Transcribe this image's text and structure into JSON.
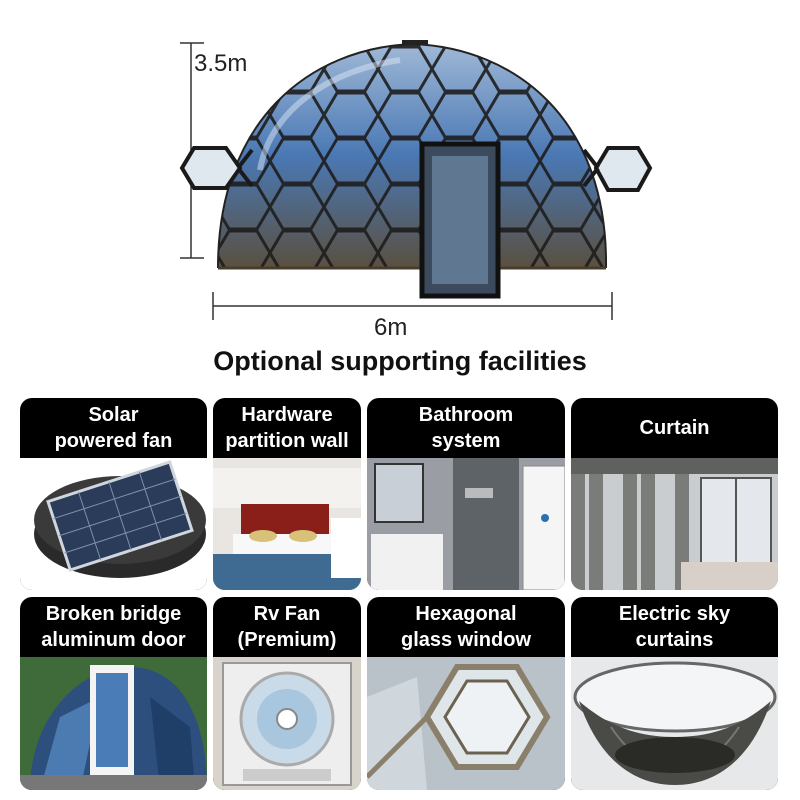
{
  "hero": {
    "height_label": "3.5m",
    "width_label": "6m"
  },
  "section_title": "Optional supporting facilities",
  "facilities": [
    {
      "label": "Solar\npowered fan",
      "icon": "solar-panel-fan-photo"
    },
    {
      "label": "Hardware\npartition wall",
      "icon": "bedroom-partition-photo"
    },
    {
      "label": "Bathroom\nsystem",
      "icon": "bathroom-photo"
    },
    {
      "label": "Curtain",
      "icon": "curtain-photo"
    },
    {
      "label": "Broken bridge\naluminum door",
      "icon": "dome-door-photo"
    },
    {
      "label": "Rv Fan\n(Premium)",
      "icon": "roof-fan-photo"
    },
    {
      "label": "Hexagonal\nglass window",
      "icon": "hexagon-window-photo"
    },
    {
      "label": "Electric sky\ncurtains",
      "icon": "sky-curtain-photo"
    }
  ],
  "colors": {
    "card_header": "#000000",
    "dome_glass": "#3d6fb0",
    "frame": "#1a1a1a"
  }
}
